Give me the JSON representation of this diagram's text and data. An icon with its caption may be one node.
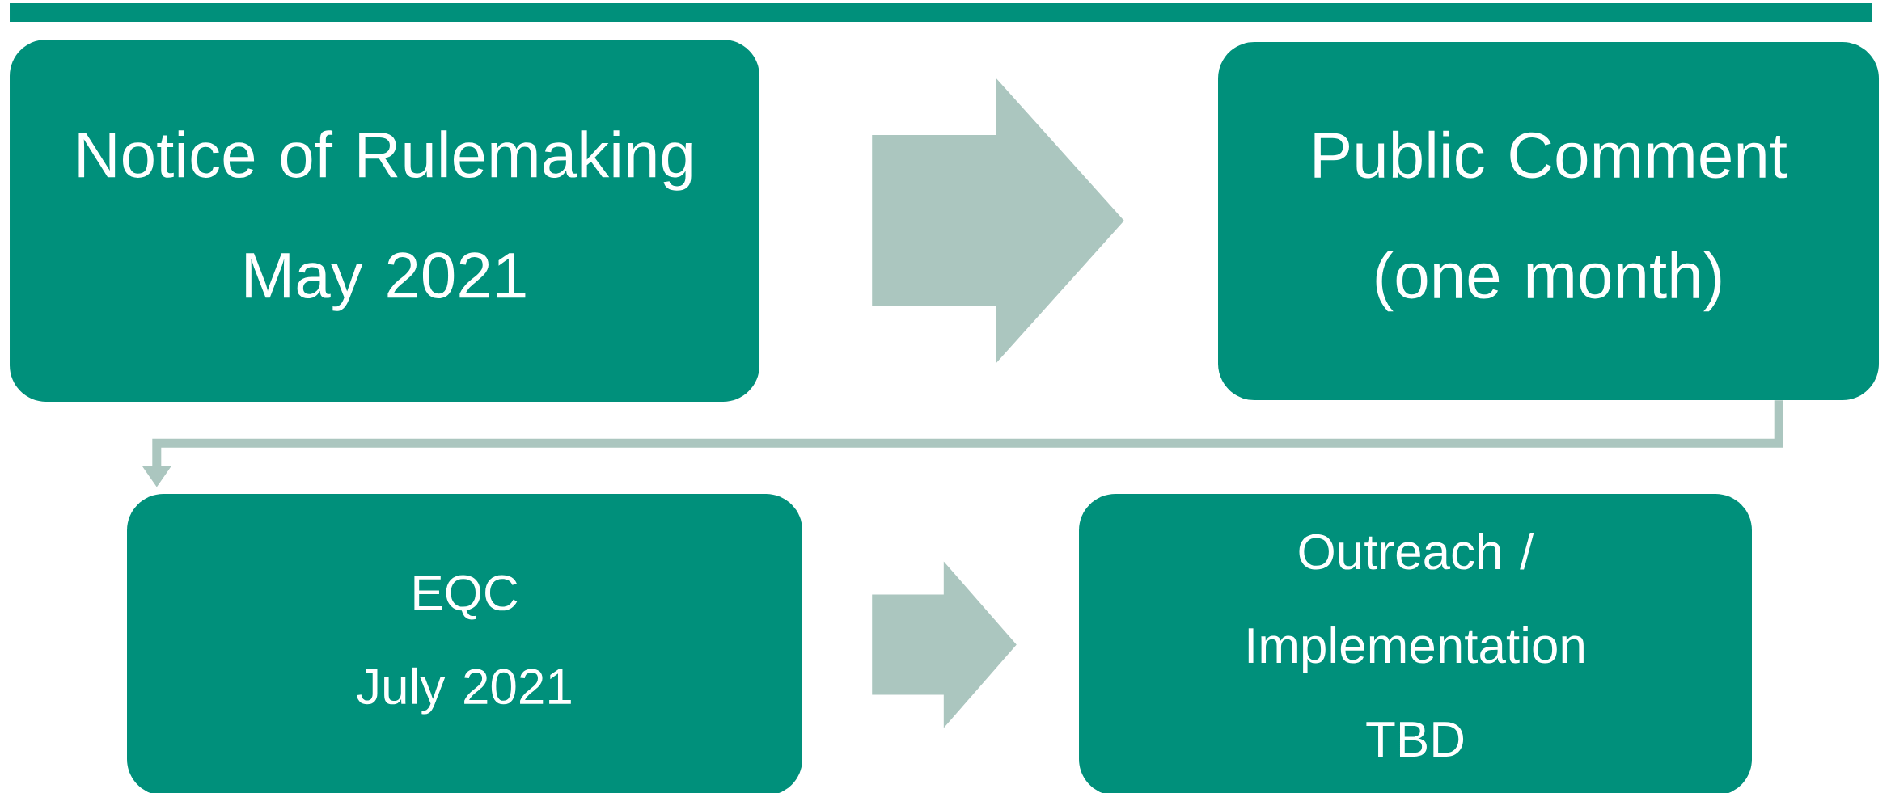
{
  "diagram": {
    "nodes": [
      {
        "text": [
          "Notice of Rulemaking",
          "May 2021"
        ]
      },
      {
        "text": [
          "Public Comment",
          "(one month)"
        ]
      },
      {
        "text": [
          "EQC",
          "July 2021"
        ]
      },
      {
        "text": [
          "Outreach / Implementation",
          "TBD"
        ]
      }
    ],
    "edges": [
      {
        "from": 0,
        "to": 1,
        "arrow": "to"
      },
      {
        "from": 1,
        "to": 2,
        "arrow": "to"
      },
      {
        "from": 2,
        "to": 3,
        "arrow": "to"
      }
    ]
  }
}
